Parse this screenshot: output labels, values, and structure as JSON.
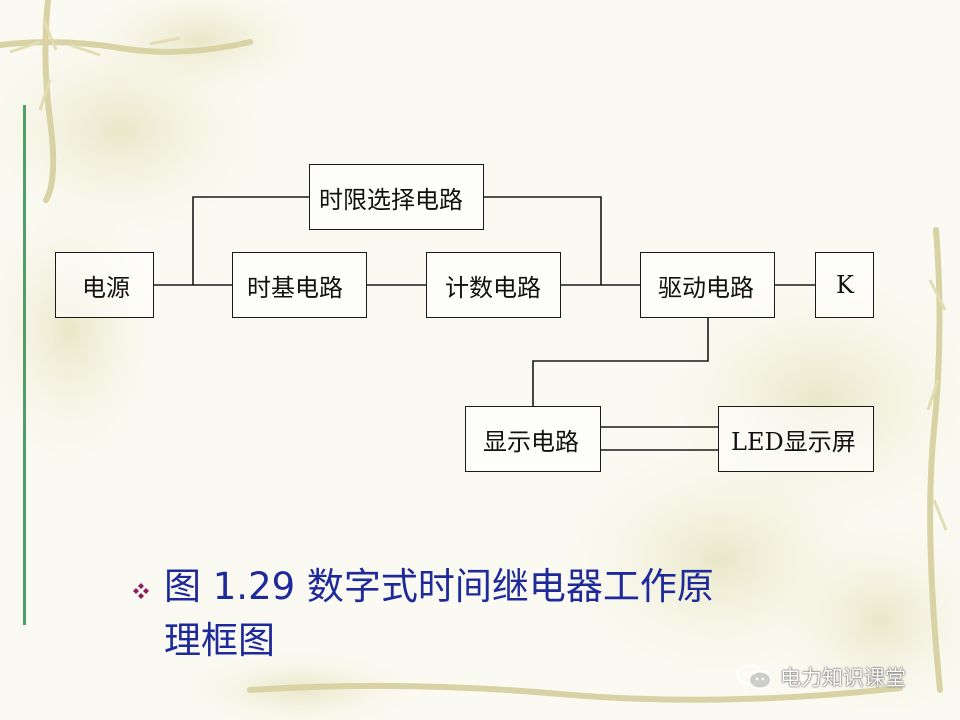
{
  "diagram": {
    "blocks": {
      "power": "电源",
      "time_limit_select": "时限选择电路",
      "time_base": "时基电路",
      "counter": "计数电路",
      "driver": "驱动电路",
      "relay_k": "K",
      "display": "显示电路",
      "led_screen": "LED显示屏"
    }
  },
  "caption": {
    "line1": "图  1.29  数字式时间继电器工作原",
    "line2": "理框图"
  },
  "watermark": {
    "text": "电力知识课堂",
    "icon": "wechat-icon"
  },
  "colors": {
    "caption": "#1f2a9a",
    "bullet": "#8e1b5a",
    "accent_line": "#4f9d6a"
  }
}
